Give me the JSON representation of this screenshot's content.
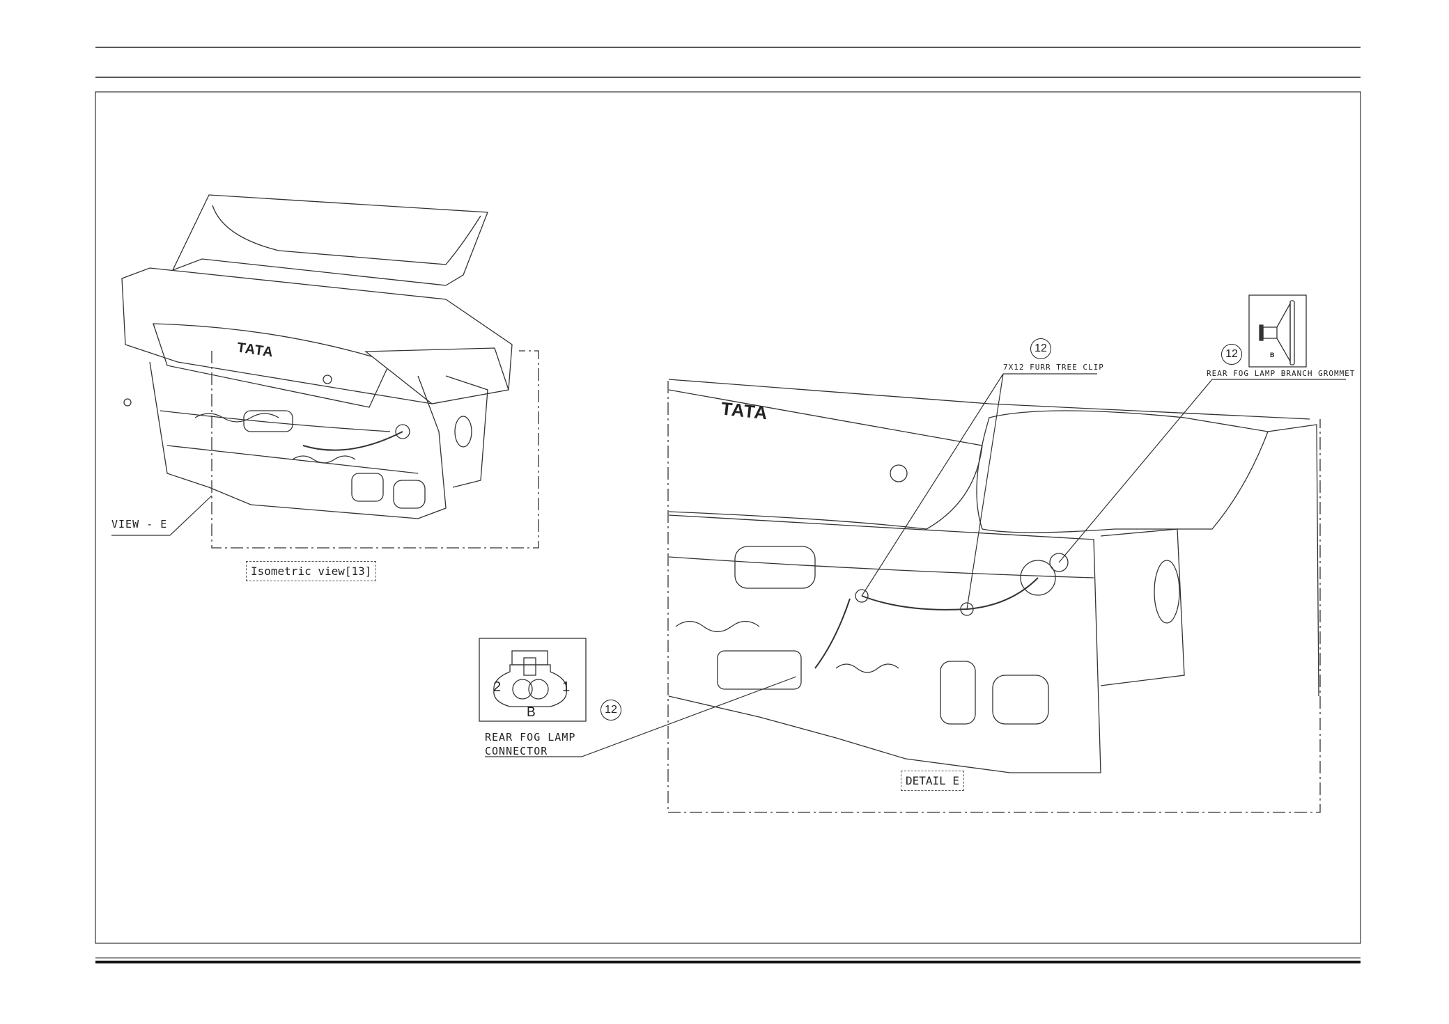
{
  "isometric": {
    "view_label": "VIEW - E",
    "caption": "Isometric view[13]",
    "badge_text": "TATA"
  },
  "connector": {
    "pin_2": "2",
    "pin_1": "1",
    "key_letter": "B",
    "item_number": "12",
    "label_line1": "REAR FOG LAMP",
    "label_line2": "CONNECTOR"
  },
  "detail": {
    "caption": "DETAIL E",
    "badge_text": "TATA",
    "clip": {
      "item_number": "12",
      "label": "7X12 FURR TREE CLIP"
    },
    "grommet": {
      "item_number": "12",
      "label": "REAR FOG LAMP BRANCH GROMMET",
      "key_letter": "B"
    }
  }
}
